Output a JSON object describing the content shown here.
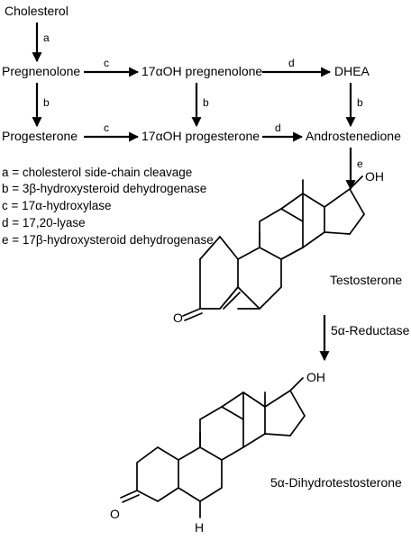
{
  "compounds": {
    "cholesterol": "Cholesterol",
    "pregnenolone": "Pregnenolone",
    "oh_pregnenolone": "17αOH pregnenolone",
    "dhea": "DHEA",
    "progesterone": "Progesterone",
    "oh_progesterone": "17αOH progesterone",
    "androstenedione": "Androstenedione",
    "testosterone": "Testosterone",
    "dht": "5α-Dihydrotestosterone"
  },
  "arrow_labels": {
    "a": "a",
    "b": "b",
    "c": "c",
    "d": "d",
    "e": "e",
    "reductase": "5α-Reductase"
  },
  "legend": [
    "a = cholesterol side-chain cleavage",
    "b = 3β-hydroxysteroid dehydrogenase",
    "c = 17α-hydroxylase",
    "d = 17,20-lyase",
    "e = 17β-hydroxysteroid dehydrogenase"
  ],
  "atoms": {
    "oh": "OH",
    "o": "O",
    "h": "H"
  }
}
